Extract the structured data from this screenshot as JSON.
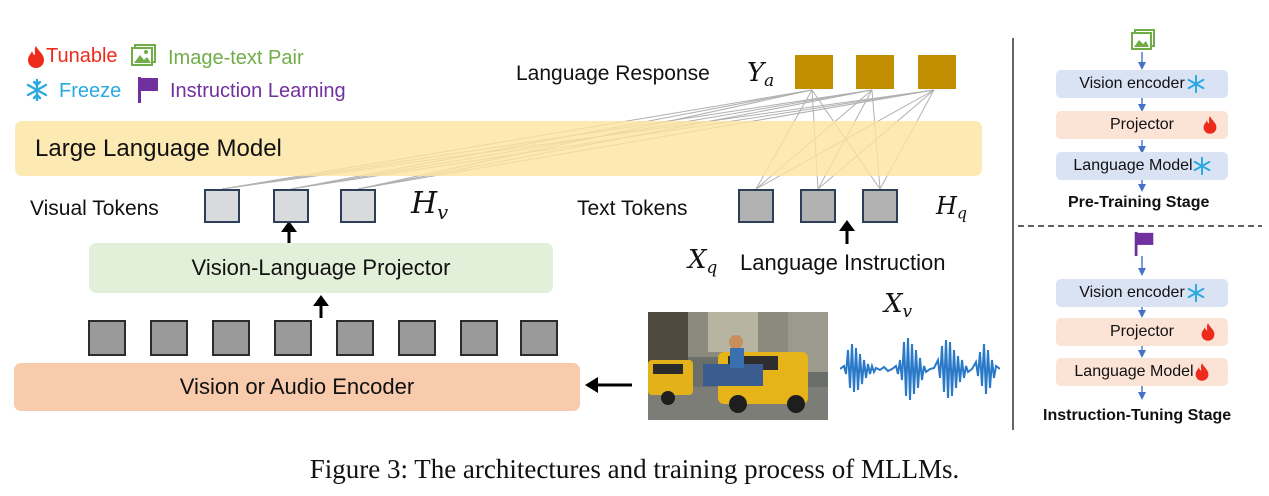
{
  "legend": {
    "tunable": "Tunable",
    "freeze": "Freeze",
    "image_text_pair": "Image-text Pair",
    "instruction_learning": "Instruction Learning"
  },
  "main": {
    "language_response": "Language Response",
    "y_a_base": "Y",
    "y_a_sub": "a",
    "large_language_model": "Large Language Model",
    "visual_tokens": "Visual Tokens",
    "h_v_base": "H",
    "h_v_sub": "v",
    "text_tokens": "Text Tokens",
    "h_q_base": "H",
    "h_q_sub": "q",
    "x_q_base": "X",
    "x_q_sub": "q",
    "language_instruction": "Language Instruction",
    "projector": "Vision-Language Projector",
    "encoder": "Vision or Audio Encoder",
    "x_v_base": "X",
    "x_v_sub": "v"
  },
  "pretraining": {
    "vision_encoder": "Vision encoder",
    "projector": "Projector",
    "language_model": "Language Model",
    "title": "Pre-Training Stage"
  },
  "instruction_tuning": {
    "vision_encoder": "Vision encoder",
    "projector": "Projector",
    "language_model": "Language Model",
    "title": "Instruction-Tuning Stage"
  },
  "caption": "Figure 3: The architectures and training process of MLLMs.",
  "colors": {
    "tunable": "#ee2a1c",
    "freeze": "#2aa9e0",
    "image_text_pair": "#70ad47",
    "instruction_learning": "#7030a0",
    "llm_fill": "#fde9a9",
    "projector_fill": "#e2f0d9",
    "encoder_fill": "#f8cbad",
    "response_token": "#c08e00"
  }
}
